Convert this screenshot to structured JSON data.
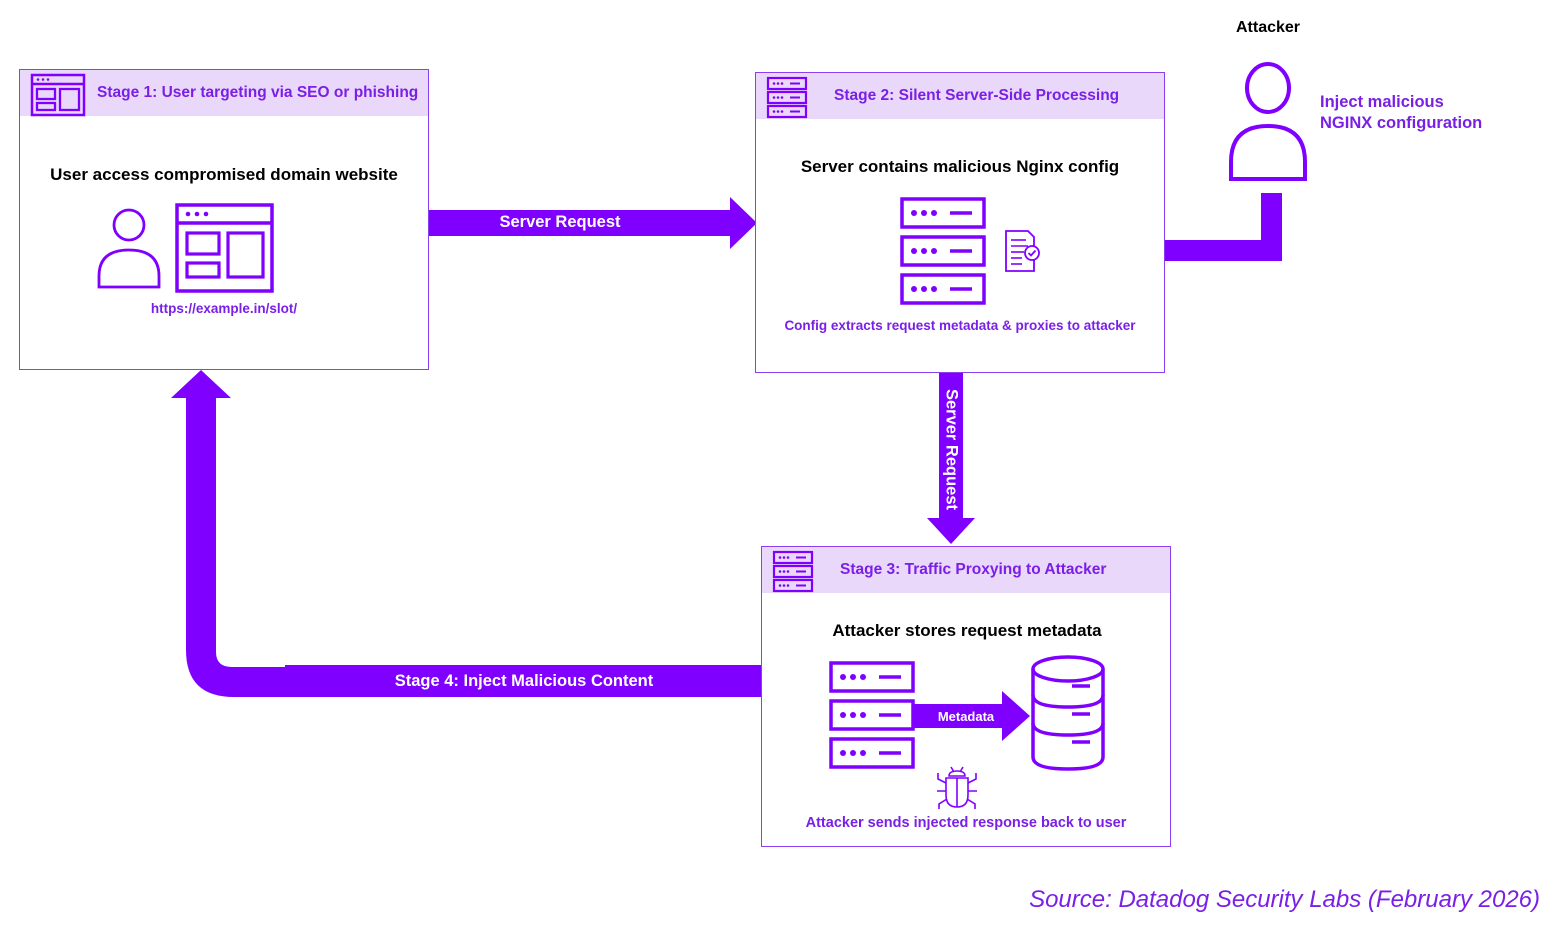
{
  "stage1": {
    "title": "Stage 1: User targeting via SEO or phishing",
    "heading": "User access compromised domain website",
    "url": "https://example.in/slot/"
  },
  "stage2": {
    "title": "Stage 2: Silent Server-Side Processing",
    "heading": "Server contains malicious Nginx config",
    "caption": "Config extracts request metadata & proxies to attacker"
  },
  "stage3": {
    "title": "Stage 3: Traffic Proxying to Attacker",
    "heading": "Attacker stores request metadata",
    "metadata_label": "Metadata",
    "caption": "Attacker sends injected response back to user"
  },
  "arrows": {
    "server_request_horizontal": "Server Request",
    "server_request_vertical": "Server Request",
    "stage4": "Stage 4: Inject Malicious Content"
  },
  "attacker": {
    "title": "Attacker",
    "line1": "Inject malicious",
    "line2": "NGINX configuration"
  },
  "source": "Source: Datadog Security Labs (February 2026)",
  "colors": {
    "accent": "#7a1fe6",
    "arrow": "#8000ff",
    "header_bg": "#ead8fb"
  },
  "icons": [
    "browser-window-icon",
    "user-icon",
    "server-rack-icon",
    "config-document-icon",
    "database-icon",
    "bug-icon"
  ]
}
